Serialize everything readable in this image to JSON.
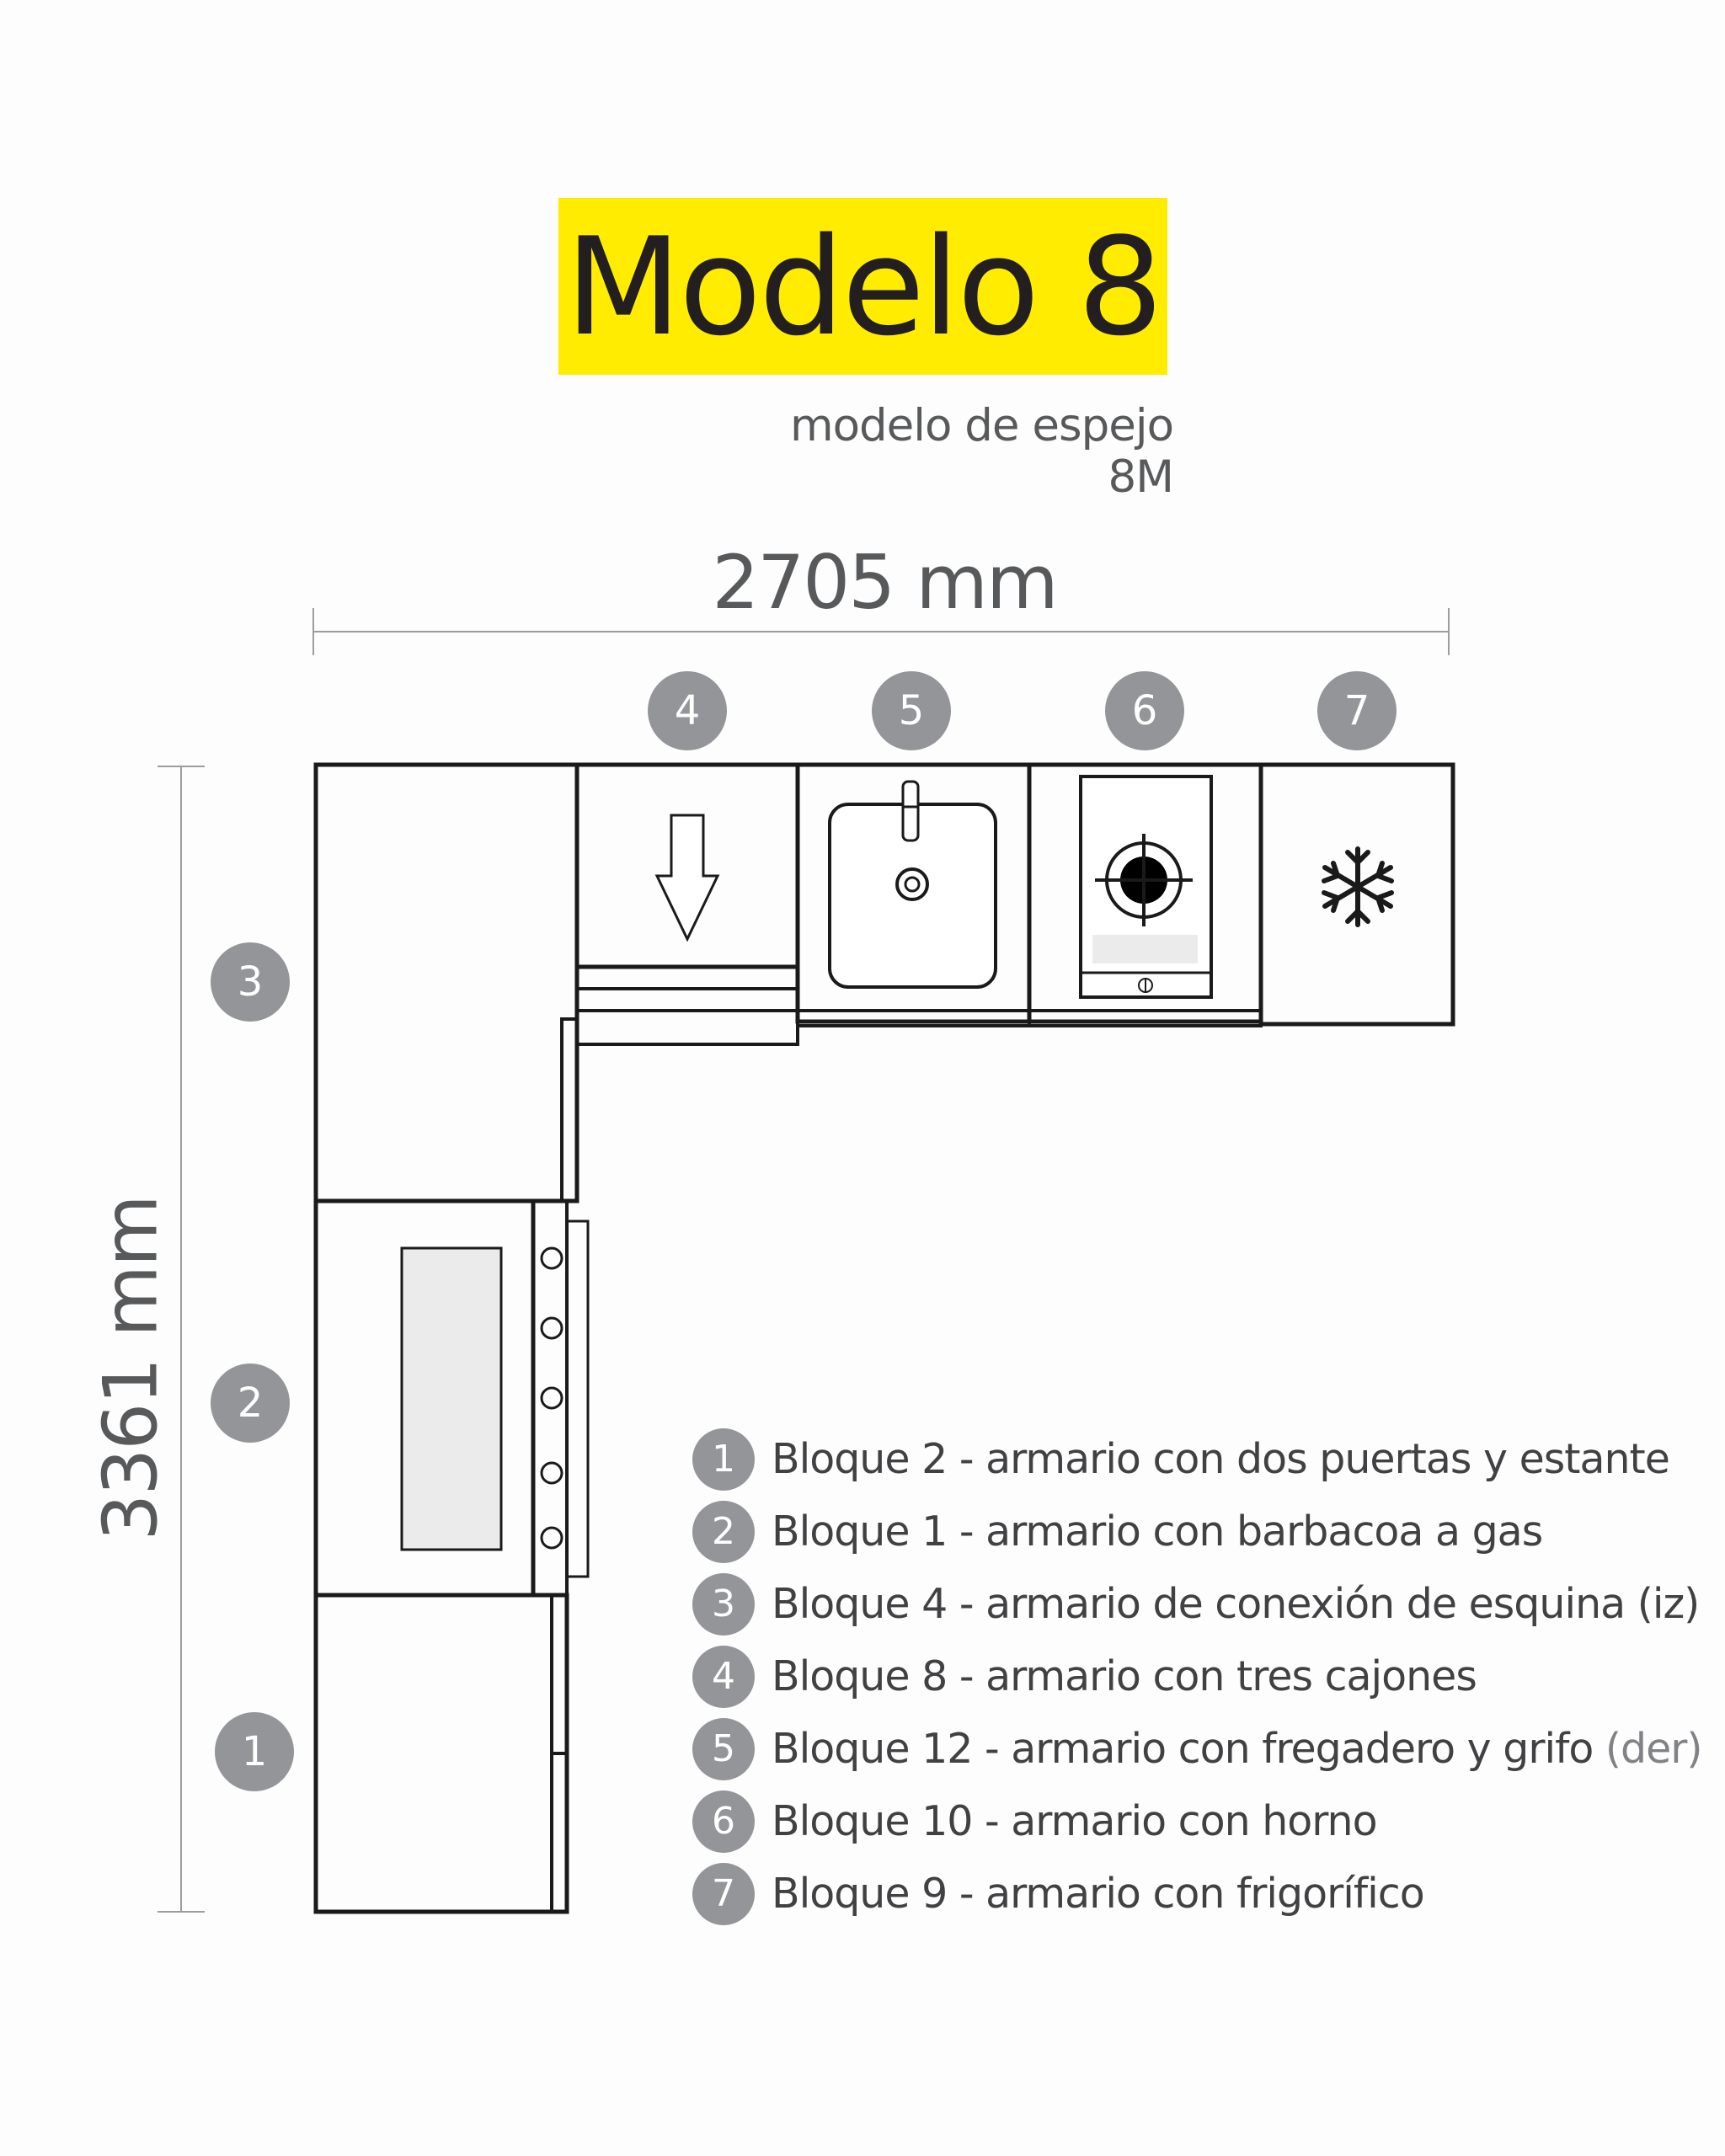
{
  "title": "Modelo 8",
  "subtitle": "modelo de espejo 8M",
  "dimensions": {
    "width_label": "2705 mm",
    "height_label": "3361 mm"
  },
  "markers": [
    "1",
    "2",
    "3",
    "4",
    "5",
    "6",
    "7"
  ],
  "legend": [
    {
      "num": "1",
      "text": "Bloque 2 - armario con dos puertas y estante",
      "suffix": ""
    },
    {
      "num": "2",
      "text": "Bloque 1 - armario con barbacoa a gas",
      "suffix": ""
    },
    {
      "num": "3",
      "text": "Bloque 4 - armario de conexión de esquina (iz)",
      "suffix": ""
    },
    {
      "num": "4",
      "text": "Bloque 8 - armario con tres cajones",
      "suffix": ""
    },
    {
      "num": "5",
      "text": "Bloque 12 - armario con fregadero y grifo ",
      "suffix": "(der)"
    },
    {
      "num": "6",
      "text": "Bloque 10 - armario con horno",
      "suffix": ""
    },
    {
      "num": "7",
      "text": "Bloque 9 - armario con frigorífico",
      "suffix": ""
    }
  ],
  "colors": {
    "title_bg": "#ffec00",
    "marker": "#939598",
    "line": "#1a1a1a",
    "dimension": "#58595b"
  },
  "icons": [
    "arrow-down-icon",
    "sink-icon",
    "faucet-icon",
    "burner-icon",
    "snowflake-icon",
    "knob-icon"
  ]
}
